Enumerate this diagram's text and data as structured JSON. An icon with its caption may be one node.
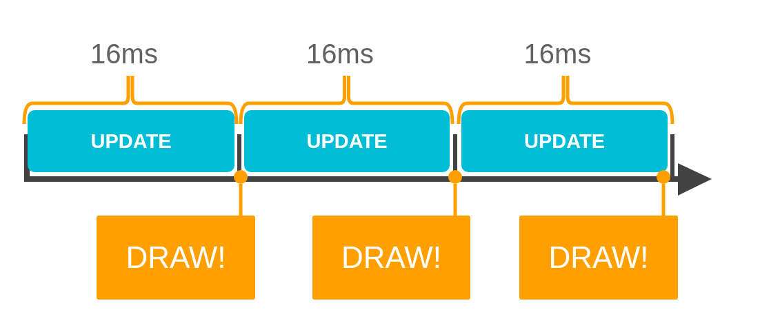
{
  "diagram": {
    "nodes": [
      {
        "text": [
          "UPDATE"
        ],
        "beside": [
          "16ms"
        ]
      },
      {
        "text": [
          "UPDATE"
        ],
        "beside": [
          "16ms"
        ]
      },
      {
        "text": [
          "UPDATE"
        ],
        "beside": [
          "16ms"
        ]
      },
      {
        "text": [],
        "shape": "circle"
      },
      {
        "text": [],
        "shape": "circle"
      },
      {
        "text": [],
        "shape": "circle"
      },
      {
        "text": [
          "DRAW!"
        ]
      },
      {
        "text": [
          "DRAW!"
        ]
      },
      {
        "text": [
          "DRAW!"
        ]
      }
    ],
    "edges": [
      {
        "from": 3,
        "to": 6,
        "arrow": "none"
      },
      {
        "from": 4,
        "to": 7,
        "arrow": "none"
      },
      {
        "from": 5,
        "to": 8,
        "arrow": "none"
      }
    ]
  }
}
